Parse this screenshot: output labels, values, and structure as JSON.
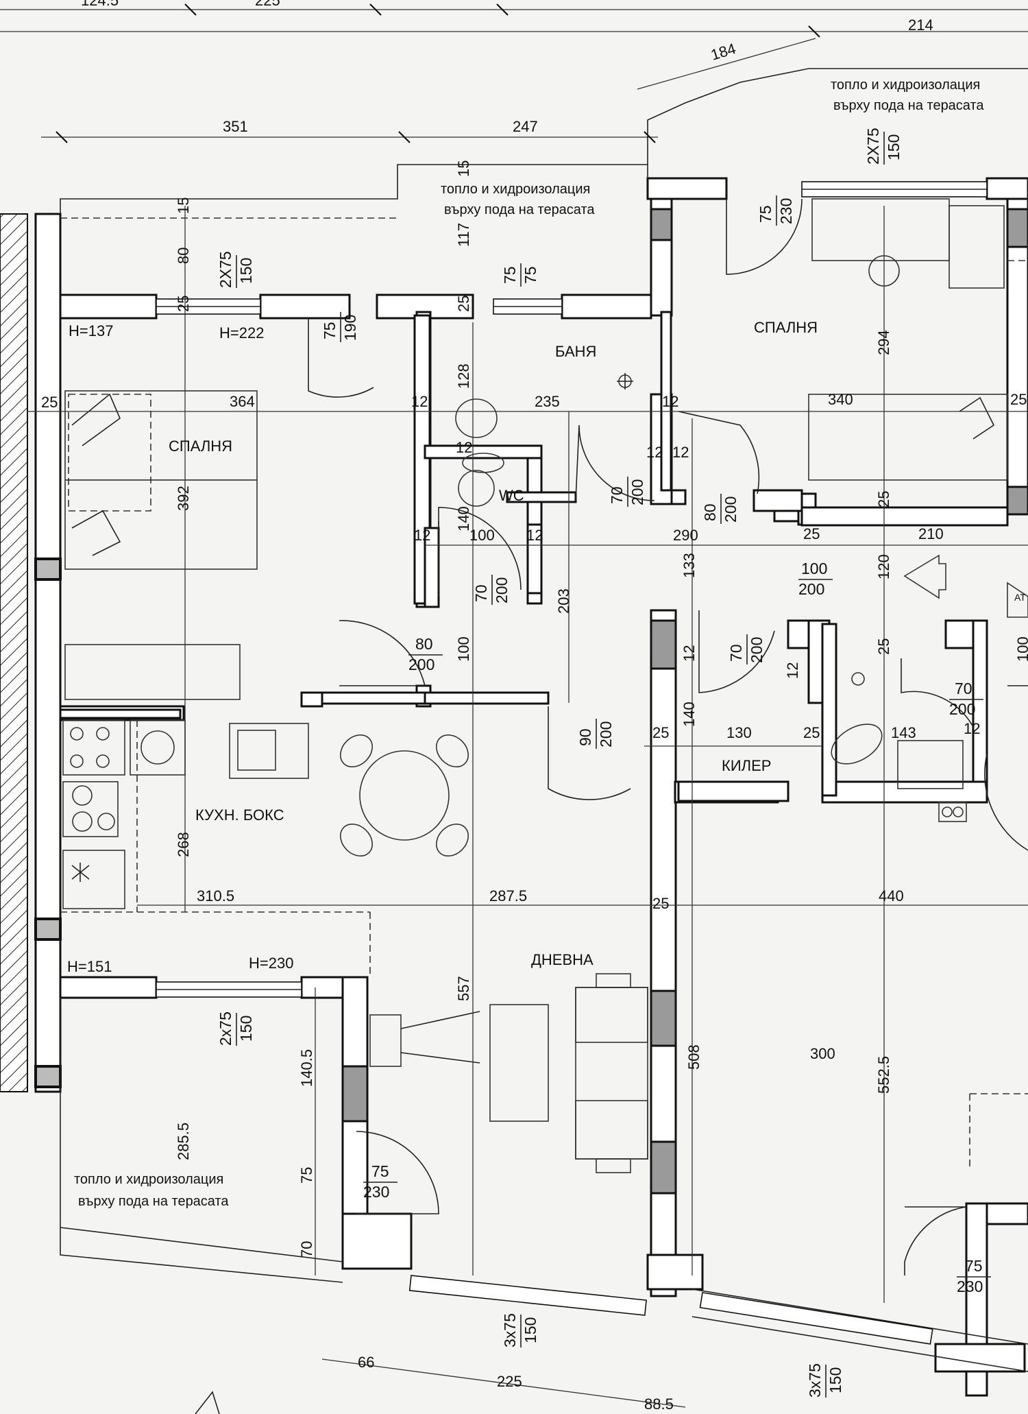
{
  "plan": {
    "rooms": {
      "bedroom_left": "СПАЛНЯ",
      "bedroom_right": "СПАЛНЯ",
      "bathroom": "БАНЯ",
      "wc": "WC",
      "kitchen": "КУХН. БОКС",
      "living": "ДНЕВНА",
      "storage": "КИЛЕР"
    },
    "notes": {
      "terrace_top_1": "топло и хидроизолация",
      "terrace_top_2": "върху пода на терасата",
      "terrace_right_1": "топло и хидроизолация",
      "terrace_right_2": "върху пода на терасата",
      "terrace_bottom_1": "топло и хидроизолация",
      "terrace_bottom_2": "върху пода на терасата"
    },
    "heights": {
      "h137": "H=137",
      "h222": "H=222",
      "h151": "H=151",
      "h230": "H=230"
    },
    "dims": {
      "d214": "214",
      "d184": "184",
      "d351": "351",
      "d247": "247",
      "d15a": "15",
      "d15b": "15",
      "d117": "117",
      "d80": "80",
      "d25a": "25",
      "d25b": "25",
      "d128": "128",
      "d235": "235",
      "d364": "364",
      "d392": "392",
      "d25c": "25",
      "d25d": "25",
      "d340": "340",
      "d294": "294",
      "d12a": "12",
      "d12b": "12",
      "d12c": "12",
      "d12d": "12",
      "d12e": "12",
      "d12f": "12",
      "d12g": "12",
      "d12h": "12",
      "d12i": "12",
      "d12j": "12",
      "d140a": "140",
      "d100a": "100",
      "d290": "290",
      "d210": "210",
      "d133": "133",
      "d120": "120",
      "d203": "203",
      "d100b": "100",
      "d25e": "25",
      "d25f": "25",
      "d25g": "25",
      "d140b": "140",
      "d130": "130",
      "d25h": "25",
      "d143": "143",
      "d25i": "25",
      "d25j": "25",
      "d268": "268",
      "d310_5": "310.5",
      "d287_5": "287.5",
      "d440": "440",
      "d557": "557",
      "d508": "508",
      "d300": "300",
      "d552_5": "552.5",
      "d140_5": "140.5",
      "d285_5": "285.5",
      "d75": "75",
      "d70": "70",
      "d66": "66",
      "d225": "225",
      "d88_5": "88.5",
      "d100c": "100",
      "d90": "90",
      "d124_5": "124.5",
      "d225top": "225"
    },
    "openings": {
      "w_2x75_150_a_top": "2X75",
      "w_2x75_150_a_bot": "150",
      "w_2x75_150_b_top": "2X75",
      "w_2x75_150_b_bot": "150",
      "w_2x75_150_c_top": "2x75",
      "w_2x75_150_c_bot": "150",
      "w_3x75_150_a_top": "3x75",
      "w_3x75_150_a_bot": "150",
      "w_3x75_150_b_top": "3x75",
      "w_3x75_150_b_bot": "150",
      "d_75_190_top": "75",
      "d_75_190_bot": "190",
      "d_75_75_top": "75",
      "d_75_75_bot": "75",
      "d_75_230_a_top": "75",
      "d_75_230_a_bot": "230",
      "d_75_230_b_top": "75",
      "d_75_230_b_bot": "230",
      "d_75_230_c_top": "75",
      "d_75_230_c_bot": "230",
      "d_70_200_a_top": "70",
      "d_70_200_a_bot": "200",
      "d_70_200_b_top": "70",
      "d_70_200_b_bot": "200",
      "d_70_200_c_top": "70",
      "d_70_200_c_bot": "200",
      "d_70_200_d_top": "70",
      "d_70_200_d_bot": "200",
      "d_80_200_a_top": "80",
      "d_80_200_a_bot": "200",
      "d_80_200_b_top": "80",
      "d_80_200_b_bot": "200",
      "d_100_200_top": "100",
      "d_100_200_bot": "200",
      "d_90_200_top": "90",
      "d_90_200_bot": "200"
    },
    "edge_label": "AT"
  }
}
